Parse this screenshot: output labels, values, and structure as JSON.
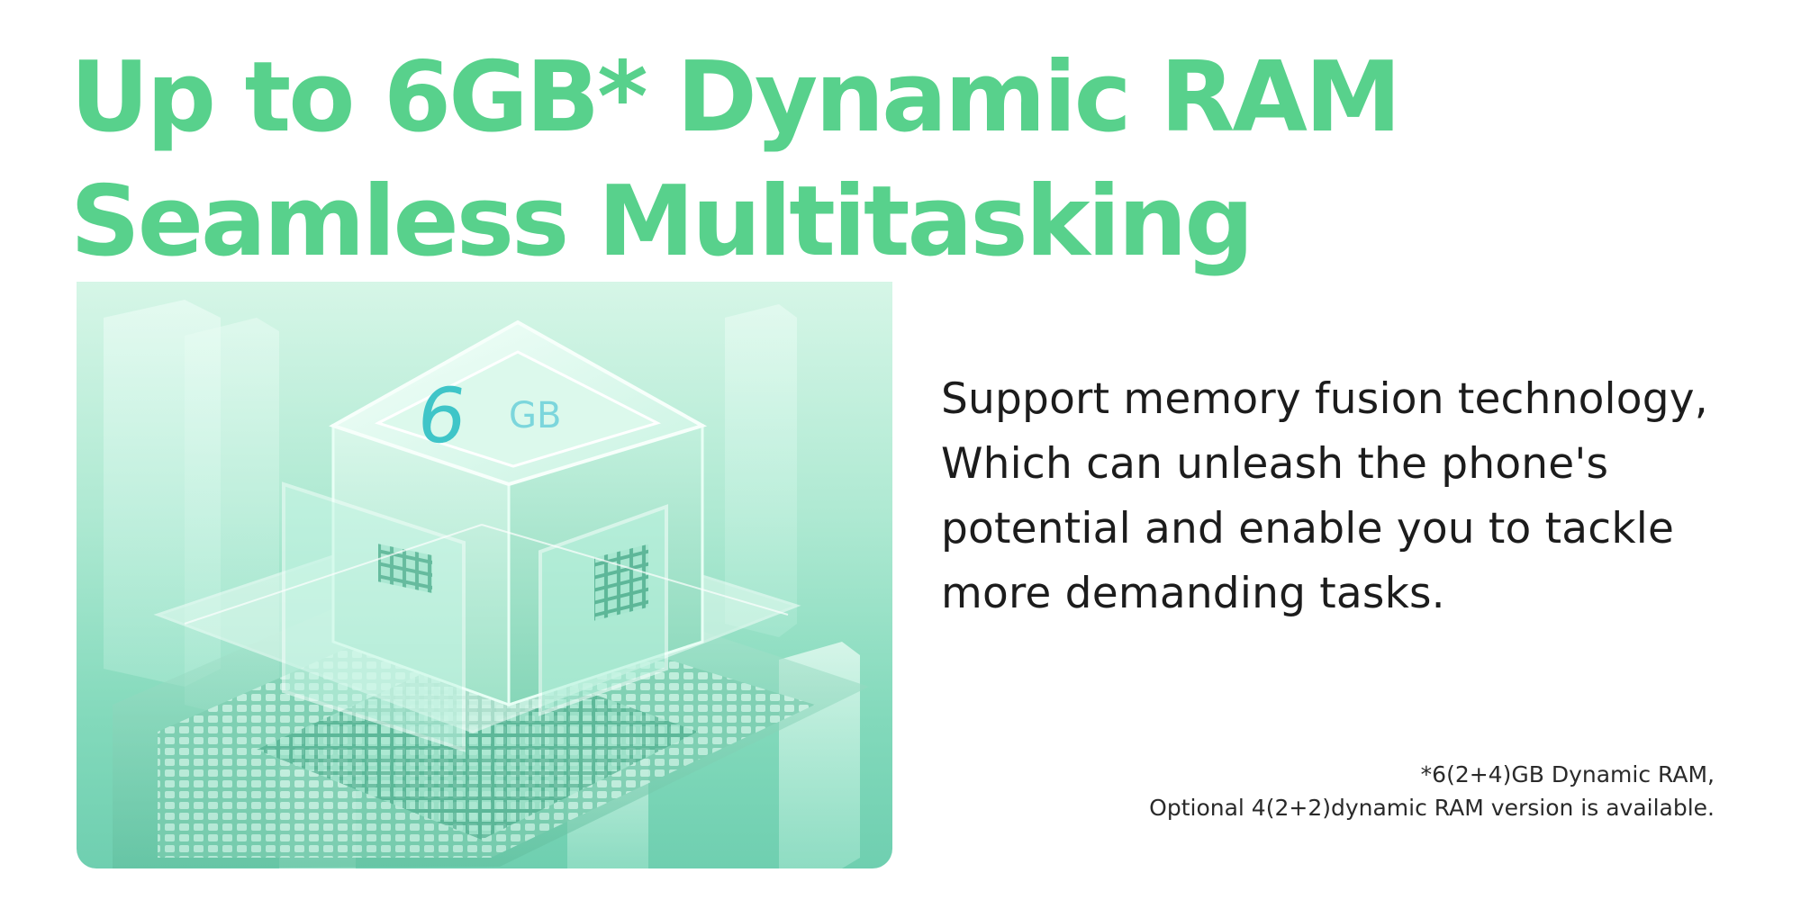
{
  "headline": {
    "line1": "Up to 6GB* Dynamic RAM",
    "line2": "Seamless Multitasking"
  },
  "hero_image": {
    "chip_label_number": "6",
    "chip_label_unit": "GB"
  },
  "description": "Support memory fusion technology, Which can unleash the phone's potential and enable you to tackle more demanding tasks.",
  "footnote": {
    "line1": "*6(2+4)GB Dynamic RAM,",
    "line2": "Optional 4(2+2)dynamic RAM version is available."
  },
  "colors": {
    "accent": "#58D18C",
    "body_text": "#1c1c1c",
    "hero_mint": "#8fe0c4"
  }
}
